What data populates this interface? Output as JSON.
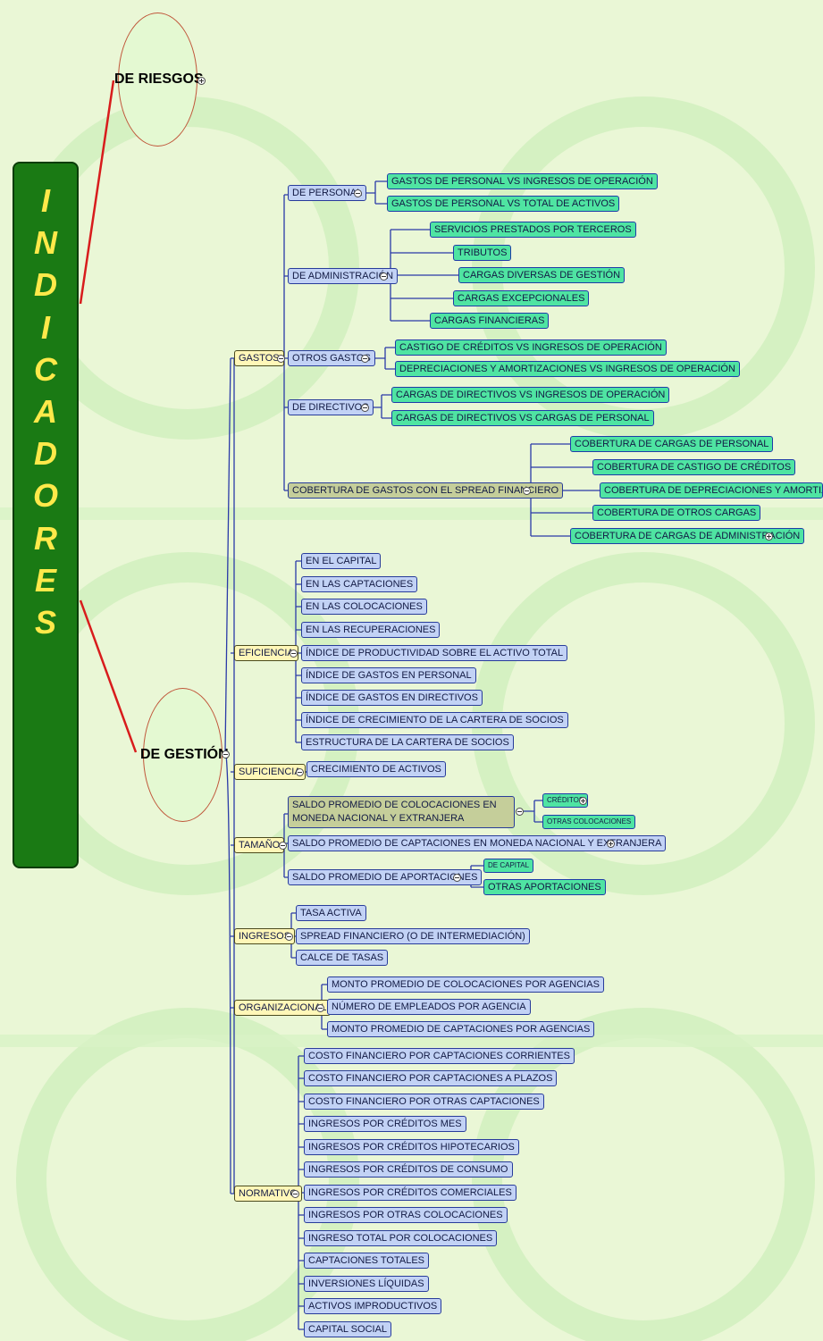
{
  "root": {
    "label": "INDICADORES"
  },
  "riesgos": {
    "label": "DE RIESGOS"
  },
  "gestion": {
    "label": "DE GESTIÓN",
    "gastos": {
      "label": "GASTOS",
      "personal": {
        "label": "DE PERSONAL",
        "items": [
          "GASTOS DE PERSONAL VS INGRESOS DE OPERACIÓN",
          "GASTOS DE PERSONAL VS TOTAL DE ACTIVOS"
        ]
      },
      "administracion": {
        "label": "DE ADMINISTRACIÓN",
        "items": [
          "SERVICIOS PRESTADOS POR TERCEROS",
          "TRIBUTOS",
          "CARGAS DIVERSAS DE GESTIÓN",
          "CARGAS EXCEPCIONALES",
          "CARGAS FINANCIERAS"
        ]
      },
      "otros": {
        "label": "OTROS GASTOS",
        "items": [
          "CASTIGO DE CRÉDITOS VS INGRESOS DE OPERACIÓN",
          "DEPRECIACIONES Y AMORTIZACIONES VS INGRESOS DE OPERACIÓN"
        ]
      },
      "directivos": {
        "label": "DE DIRECTIVOS",
        "items": [
          "CARGAS DE DIRECTIVOS VS INGRESOS DE OPERACIÓN",
          "CARGAS DE DIRECTIVOS VS CARGAS DE PERSONAL"
        ]
      },
      "cobertura": {
        "label": "COBERTURA DE GASTOS CON EL SPREAD FINANCIERO",
        "items": [
          "COBERTURA DE CARGAS DE PERSONAL",
          "COBERTURA DE CASTIGO DE CRÉDITOS",
          "COBERTURA DE DEPRECIACIONES Y AMORTIZACIONES",
          "COBERTURA DE OTROS CARGAS",
          "COBERTURA DE CARGAS DE ADMINISTRACIÓN"
        ]
      }
    },
    "eficiencia": {
      "label": "EFICIENCIA",
      "items": [
        "EN EL CAPITAL",
        "EN LAS CAPTACIONES",
        "EN LAS COLOCACIONES",
        "EN LAS RECUPERACIONES",
        "ÍNDICE DE PRODUCTIVIDAD SOBRE EL ACTIVO TOTAL",
        "ÍNDICE DE GASTOS EN PERSONAL",
        "ÍNDICE DE GASTOS EN DIRECTIVOS",
        "ÍNDICE DE CRECIMIENTO DE LA CARTERA DE SOCIOS",
        "ESTRUCTURA DE LA CARTERA DE SOCIOS"
      ]
    },
    "suficiencia": {
      "label": "SUFICIENCIA",
      "items": [
        "CRECIMIENTO DE ACTIVOS"
      ]
    },
    "tamano": {
      "label": "TAMAÑO",
      "colocaciones": {
        "label": "SALDO PROMEDIO DE COLOCACIONES EN MONEDA NACIONAL Y EXTRANJERA",
        "items": [
          "CRÉDITOS",
          "OTRAS COLOCACIONES"
        ]
      },
      "captaciones": {
        "label": "SALDO PROMEDIO DE CAPTACIONES EN MONEDA NACIONAL Y EXTRANJERA"
      },
      "aportaciones": {
        "label": "SALDO PROMEDIO DE APORTACIONES",
        "items": [
          "DE CAPITAL",
          "OTRAS APORTACIONES"
        ]
      }
    },
    "ingresos": {
      "label": "INGRESOS",
      "items": [
        "TASA ACTIVA",
        "SPREAD FINANCIERO (O DE INTERMEDIACIÓN)",
        "CALCE DE TASAS"
      ]
    },
    "organizacional": {
      "label": "ORGANIZACIONAL",
      "items": [
        "MONTO PROMEDIO DE COLOCACIONES POR AGENCIAS",
        "NÚMERO DE EMPLEADOS POR AGENCIA",
        "MONTO PROMEDIO DE CAPTACIONES POR AGENCIAS"
      ]
    },
    "normativo": {
      "label": "NORMATIVO",
      "items": [
        "COSTO FINANCIERO POR CAPTACIONES CORRIENTES",
        "COSTO FINANCIERO POR CAPTACIONES A PLAZOS",
        "COSTO FINANCIERO POR OTRAS CAPTACIONES",
        "INGRESOS POR CRÉDITOS MES",
        "INGRESOS POR CRÉDITOS HIPOTECARIOS",
        "INGRESOS POR CRÉDITOS DE CONSUMO",
        "INGRESOS POR CRÉDITOS COMERCIALES",
        "INGRESOS POR OTRAS COLOCACIONES",
        "INGRESO TOTAL POR COLOCACIONES",
        "CAPTACIONES TOTALES",
        "INVERSIONES LÍQUIDAS",
        "ACTIVOS IMPRODUCTIVOS",
        "CAPITAL SOCIAL"
      ]
    }
  },
  "colors": {
    "root_bg": "#1a7a14",
    "root_text": "#ffe94a",
    "connector_main": "#d81c1c",
    "connector": "#2a3aa8",
    "leaf_bg": "#4fe4a2",
    "category_bg": "#fff7b8",
    "subcategory_bg": "#c2d2f5"
  }
}
